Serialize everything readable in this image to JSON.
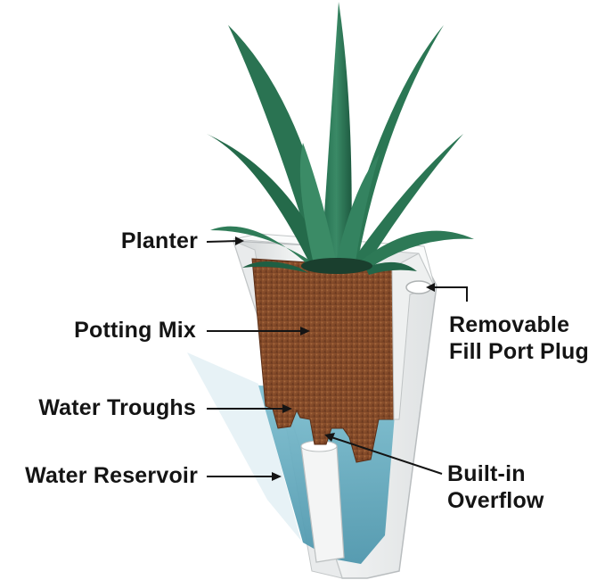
{
  "labels": {
    "planter": "Planter",
    "potting_mix": "Potting Mix",
    "water_troughs": "Water Troughs",
    "water_reservoir": "Water Reservoir",
    "fill_port": {
      "line1": "Removable",
      "line2": "Fill Port Plug"
    },
    "overflow": {
      "line1": "Built-in",
      "line2": "Overflow"
    }
  },
  "colors": {
    "leaf": "#2f7a5a",
    "leaf_dark": "#1f5a41",
    "soil": "#8a4e2c",
    "water": "#6fb3c6",
    "planter_white": "#f2f3f3",
    "planter_shade": "#d5d8d9",
    "text": "#141414",
    "arrow": "#141414"
  }
}
